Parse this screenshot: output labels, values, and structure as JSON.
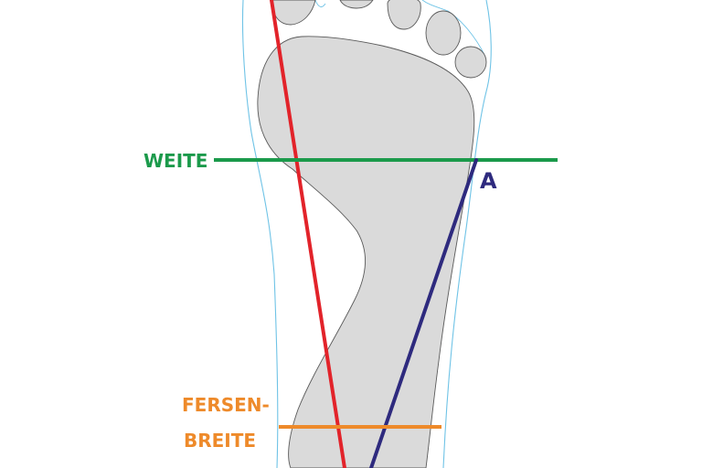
{
  "labels": {
    "weite": "WEITE",
    "point_a": "A",
    "fersen": "FERSEN-",
    "breite": "BREITE"
  },
  "colors": {
    "background": "#ffffff",
    "footprint_fill": "#dadada",
    "footprint_stroke": "#5a5a5a",
    "foot_outline": "#6fc3e6",
    "axis_line": "#e2232a",
    "weite_line": "#1b9a4b",
    "diagonal_line": "#2e2a7e",
    "fersenbreite_line": "#ee8a2a"
  }
}
